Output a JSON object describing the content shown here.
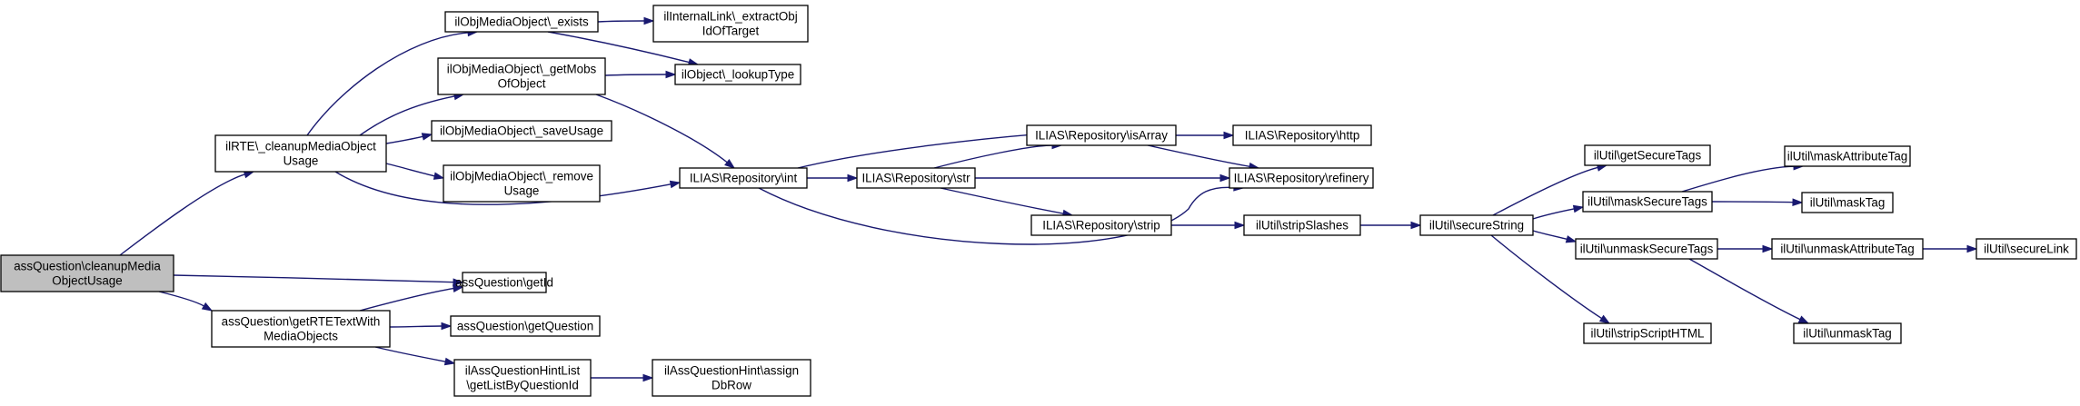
{
  "graph": {
    "root": "n0",
    "nodes": [
      {
        "id": "n0",
        "lines": [
          "assQuestion\\cleanupMedia",
          "ObjectUsage"
        ]
      },
      {
        "id": "n1",
        "lines": [
          "ilRTE\\_cleanupMediaObject",
          "Usage"
        ]
      },
      {
        "id": "n2",
        "lines": [
          "assQuestion\\getId"
        ]
      },
      {
        "id": "n3",
        "lines": [
          "assQuestion\\getRTETextWith",
          "MediaObjects"
        ]
      },
      {
        "id": "n4",
        "lines": [
          "ilObjMediaObject\\_exists"
        ]
      },
      {
        "id": "n5",
        "lines": [
          "ilObjMediaObject\\_getMobs",
          "OfObject"
        ]
      },
      {
        "id": "n6",
        "lines": [
          "ilObjMediaObject\\_saveUsage"
        ]
      },
      {
        "id": "n7",
        "lines": [
          "ilObjMediaObject\\_remove",
          "Usage"
        ]
      },
      {
        "id": "n8",
        "lines": [
          "ILIAS\\Repository\\int"
        ]
      },
      {
        "id": "n9",
        "lines": [
          "assQuestion\\getQuestion"
        ]
      },
      {
        "id": "n10",
        "lines": [
          "ilAssQuestionHintList",
          "\\getListByQuestionId"
        ]
      },
      {
        "id": "n11",
        "lines": [
          "ilInternalLink\\_extractObj",
          "IdOfTarget"
        ]
      },
      {
        "id": "n12",
        "lines": [
          "ilObject\\_lookupType"
        ]
      },
      {
        "id": "n13",
        "lines": [
          "ILIAS\\Repository\\str"
        ]
      },
      {
        "id": "n14",
        "lines": [
          "ILIAS\\Repository\\refinery"
        ]
      },
      {
        "id": "n15",
        "lines": [
          "ilAssQuestionHint\\assign",
          "DbRow"
        ]
      },
      {
        "id": "n16",
        "lines": [
          "ILIAS\\Repository\\isArray"
        ]
      },
      {
        "id": "n17",
        "lines": [
          "ILIAS\\Repository\\strip"
        ]
      },
      {
        "id": "n18",
        "lines": [
          "ILIAS\\Repository\\http"
        ]
      },
      {
        "id": "n19",
        "lines": [
          "ilUtil\\stripSlashes"
        ]
      },
      {
        "id": "n20",
        "lines": [
          "ilUtil\\secureString"
        ]
      },
      {
        "id": "n21",
        "lines": [
          "ilUtil\\getSecureTags"
        ]
      },
      {
        "id": "n22",
        "lines": [
          "ilUtil\\maskSecureTags"
        ]
      },
      {
        "id": "n23",
        "lines": [
          "ilUtil\\unmaskSecureTags"
        ]
      },
      {
        "id": "n24",
        "lines": [
          "ilUtil\\stripScriptHTML"
        ]
      },
      {
        "id": "n25",
        "lines": [
          "ilUtil\\maskAttributeTag"
        ]
      },
      {
        "id": "n26",
        "lines": [
          "ilUtil\\maskTag"
        ]
      },
      {
        "id": "n27",
        "lines": [
          "ilUtil\\unmaskAttributeTag"
        ]
      },
      {
        "id": "n28",
        "lines": [
          "ilUtil\\unmaskTag"
        ]
      },
      {
        "id": "n29",
        "lines": [
          "ilUtil\\secureLink"
        ]
      }
    ],
    "edges": [
      [
        "n0",
        "n1"
      ],
      [
        "n0",
        "n2"
      ],
      [
        "n0",
        "n3"
      ],
      [
        "n1",
        "n4"
      ],
      [
        "n1",
        "n5"
      ],
      [
        "n1",
        "n6"
      ],
      [
        "n1",
        "n7"
      ],
      [
        "n1",
        "n8"
      ],
      [
        "n3",
        "n2"
      ],
      [
        "n3",
        "n9"
      ],
      [
        "n3",
        "n10"
      ],
      [
        "n4",
        "n11"
      ],
      [
        "n4",
        "n12"
      ],
      [
        "n5",
        "n12"
      ],
      [
        "n5",
        "n8"
      ],
      [
        "n8",
        "n13"
      ],
      [
        "n8",
        "n16"
      ],
      [
        "n8",
        "n14"
      ],
      [
        "n10",
        "n15"
      ],
      [
        "n13",
        "n16"
      ],
      [
        "n13",
        "n14"
      ],
      [
        "n13",
        "n17"
      ],
      [
        "n16",
        "n18"
      ],
      [
        "n16",
        "n14"
      ],
      [
        "n17",
        "n19"
      ],
      [
        "n19",
        "n20"
      ],
      [
        "n20",
        "n21"
      ],
      [
        "n20",
        "n22"
      ],
      [
        "n20",
        "n23"
      ],
      [
        "n20",
        "n24"
      ],
      [
        "n22",
        "n25"
      ],
      [
        "n22",
        "n26"
      ],
      [
        "n23",
        "n27"
      ],
      [
        "n23",
        "n28"
      ],
      [
        "n27",
        "n29"
      ]
    ]
  }
}
